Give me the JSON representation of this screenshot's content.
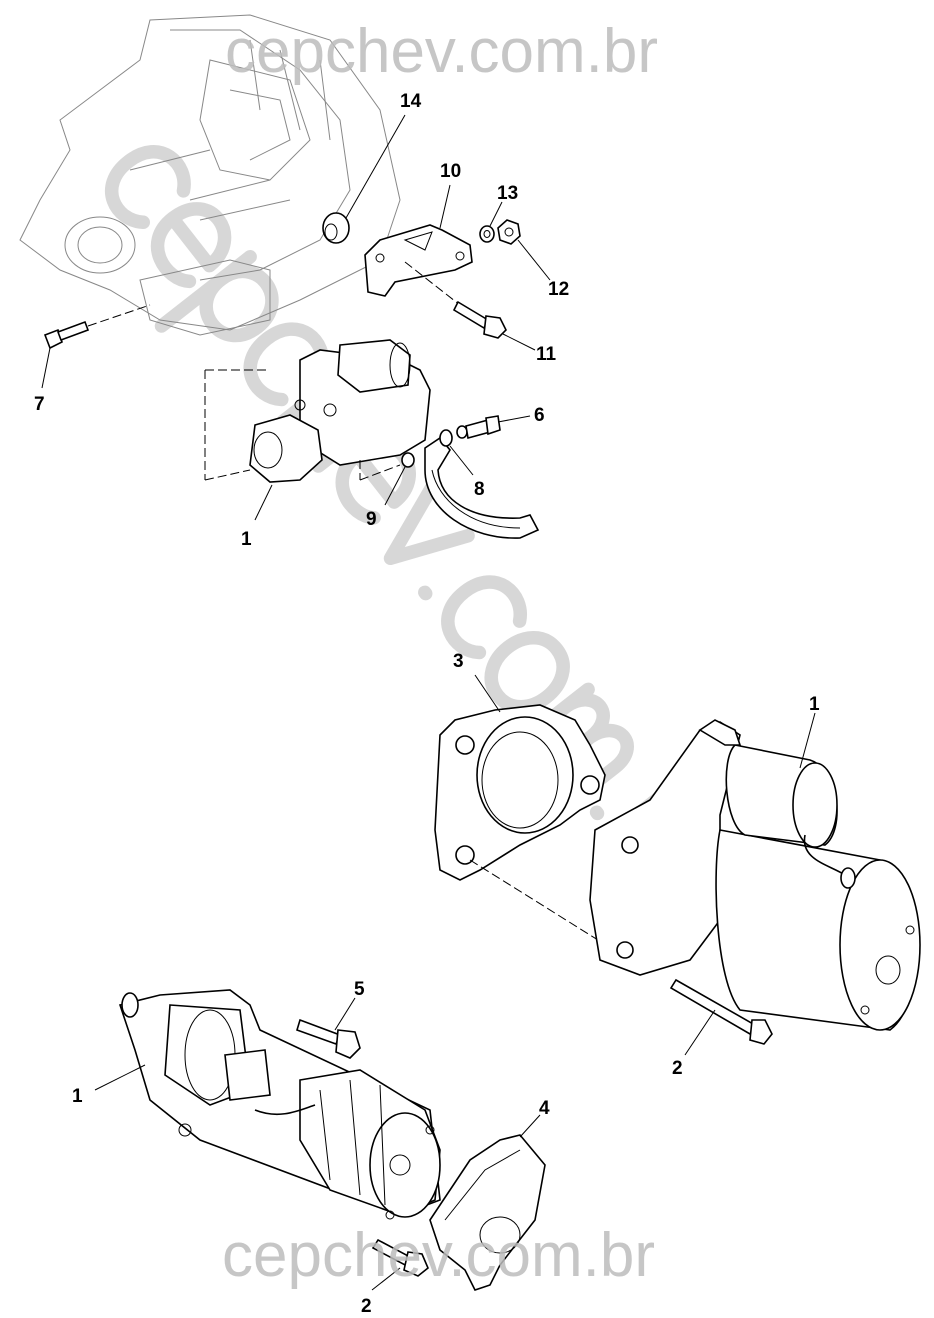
{
  "watermark": {
    "top": "cepchev.com.br",
    "bottom": "cepchev.com.br",
    "diagonal": "cepchev.com.br"
  },
  "diagram_top": {
    "callouts": [
      "14",
      "10",
      "13",
      "12",
      "11",
      "7",
      "6",
      "8",
      "9",
      "1"
    ]
  },
  "diagram_middle": {
    "callouts": [
      "3",
      "1",
      "2"
    ]
  },
  "diagram_bottom": {
    "callouts": [
      "5",
      "1",
      "4",
      "2"
    ]
  }
}
